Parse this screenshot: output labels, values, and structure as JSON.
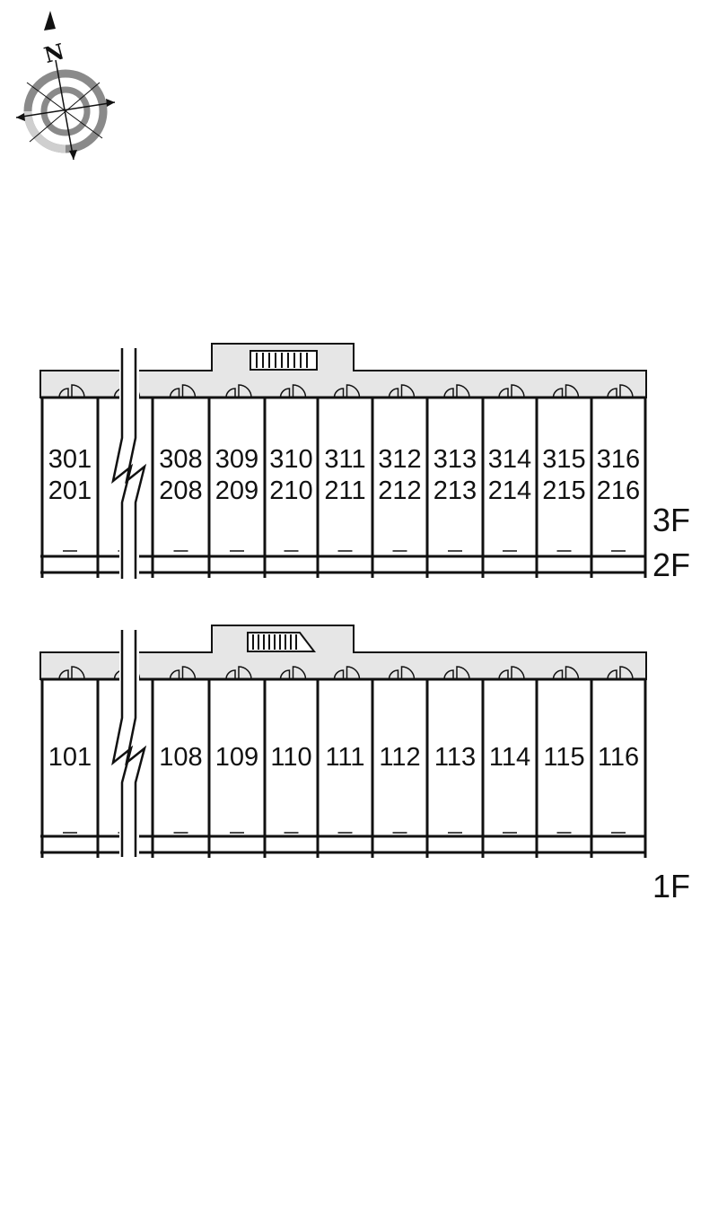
{
  "compass": {
    "label": "N",
    "icon": "north-arrow-compass-icon"
  },
  "upper_building": {
    "floors": [
      "3F",
      "2F"
    ],
    "units": [
      {
        "top": "301",
        "bottom": "201"
      },
      {
        "top": "308",
        "bottom": "208"
      },
      {
        "top": "309",
        "bottom": "209"
      },
      {
        "top": "310",
        "bottom": "210"
      },
      {
        "top": "311",
        "bottom": "211"
      },
      {
        "top": "312",
        "bottom": "212"
      },
      {
        "top": "313",
        "bottom": "213"
      },
      {
        "top": "314",
        "bottom": "214"
      },
      {
        "top": "315",
        "bottom": "215"
      },
      {
        "top": "316",
        "bottom": "216"
      }
    ],
    "stair_icon": "stairs-icon"
  },
  "lower_building": {
    "floors": [
      "1F"
    ],
    "units": [
      "101",
      "108",
      "109",
      "110",
      "111",
      "112",
      "113",
      "114",
      "115",
      "116"
    ],
    "stair_icon": "stairs-icon"
  },
  "colors": {
    "corridor": "#e6e6e6",
    "line": "#111111",
    "compass_ring": "#8a8a8a"
  }
}
